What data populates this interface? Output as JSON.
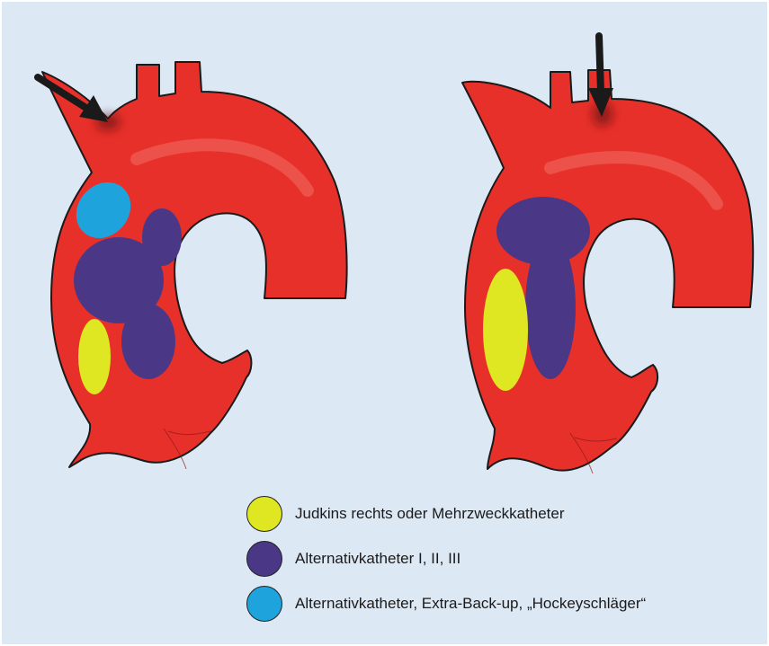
{
  "colors": {
    "background": "#dde8f5",
    "aorta": "#e8302a",
    "outline": "#1a1a1a",
    "judkins": "#dfe622",
    "alternativ": "#4a3886",
    "extra_back_up": "#1ea3dc"
  },
  "icons": {
    "arrow_left_panel": "arrow-down-right-icon",
    "arrow_right_panel": "arrow-down-icon"
  },
  "legend": [
    {
      "label": "Judkins rechts oder Mehrzweckkatheter",
      "color": "#dfe622"
    },
    {
      "label": "Alternativkatheter I, II, III",
      "color": "#4a3886"
    },
    {
      "label": "Alternativkatheter, Extra-Back-up, „Hockeyschläger“",
      "color": "#1ea3dc"
    }
  ]
}
